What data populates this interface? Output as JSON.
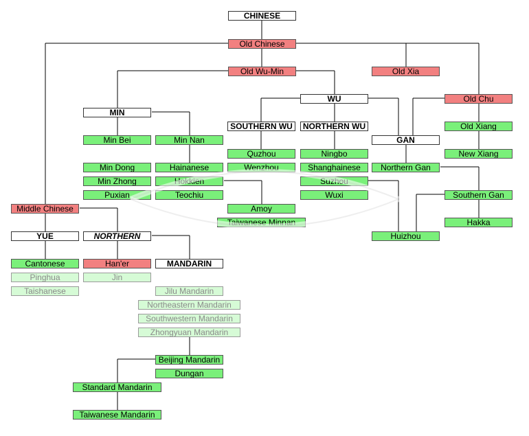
{
  "colors": {
    "modern": "#7af07a",
    "ancient": "#f28080",
    "group": "#ffffff",
    "faded": "#d6fbd6",
    "line": "#000000"
  },
  "nodes": [
    {
      "id": "chinese",
      "label": "CHINESE",
      "style": "white"
    },
    {
      "id": "old-chinese",
      "label": "Old Chinese",
      "style": "red"
    },
    {
      "id": "old-wu-min",
      "label": "Old Wu-Min",
      "style": "red"
    },
    {
      "id": "old-xia",
      "label": "Old Xia",
      "style": "red"
    },
    {
      "id": "wu",
      "label": "WU",
      "style": "white"
    },
    {
      "id": "old-chu",
      "label": "Old Chu",
      "style": "red"
    },
    {
      "id": "min",
      "label": "MIN",
      "style": "white"
    },
    {
      "id": "southern-wu",
      "label": "SOUTHERN WU",
      "style": "white"
    },
    {
      "id": "northern-wu",
      "label": "NORTHERN WU",
      "style": "white"
    },
    {
      "id": "gan",
      "label": "GAN",
      "style": "white"
    },
    {
      "id": "old-xiang",
      "label": "Old Xiang",
      "style": "green"
    },
    {
      "id": "min-bei",
      "label": "Min Bei",
      "style": "green"
    },
    {
      "id": "min-nan",
      "label": "Min Nan",
      "style": "green"
    },
    {
      "id": "quzhou",
      "label": "Quzhou",
      "style": "green"
    },
    {
      "id": "ningbo",
      "label": "Ningbo",
      "style": "green"
    },
    {
      "id": "new-xiang",
      "label": "New Xiang",
      "style": "green"
    },
    {
      "id": "min-dong",
      "label": "Min Dong",
      "style": "green"
    },
    {
      "id": "hainanese",
      "label": "Hainanese",
      "style": "green"
    },
    {
      "id": "wenzhou",
      "label": "Wenzhou",
      "style": "green"
    },
    {
      "id": "shanghainese",
      "label": "Shanghainese",
      "style": "green"
    },
    {
      "id": "northern-gan",
      "label": "Northern Gan",
      "style": "green"
    },
    {
      "id": "min-zhong",
      "label": "Min Zhong",
      "style": "green"
    },
    {
      "id": "hokkien",
      "label": "Hokkien",
      "style": "green"
    },
    {
      "id": "suzhou",
      "label": "Suzhou",
      "style": "green"
    },
    {
      "id": "puxian",
      "label": "Puxian",
      "style": "green"
    },
    {
      "id": "teochiu",
      "label": "Teochiu",
      "style": "green"
    },
    {
      "id": "wuxi",
      "label": "Wuxi",
      "style": "green"
    },
    {
      "id": "southern-gan",
      "label": "Southern Gan",
      "style": "green"
    },
    {
      "id": "middle-chinese",
      "label": "Middle Chinese",
      "style": "red"
    },
    {
      "id": "amoy",
      "label": "Amoy",
      "style": "green"
    },
    {
      "id": "taiwanese-minnan",
      "label": "Taiwanese Minnan",
      "style": "green"
    },
    {
      "id": "hakka",
      "label": "Hakka",
      "style": "green"
    },
    {
      "id": "yue",
      "label": "YUE",
      "style": "white"
    },
    {
      "id": "northern",
      "label": "NORTHERN",
      "style": "white italic"
    },
    {
      "id": "huizhou",
      "label": "Huizhou",
      "style": "green"
    },
    {
      "id": "cantonese",
      "label": "Cantonese",
      "style": "green"
    },
    {
      "id": "haner",
      "label": "Han'er",
      "style": "red"
    },
    {
      "id": "mandarin",
      "label": "MANDARIN",
      "style": "white"
    },
    {
      "id": "pinghua",
      "label": "Pinghua",
      "style": "faded"
    },
    {
      "id": "jin",
      "label": "Jin",
      "style": "faded"
    },
    {
      "id": "taishanese",
      "label": "Taishanese",
      "style": "faded"
    },
    {
      "id": "jilu-mandarin",
      "label": "Jilu Mandarin",
      "style": "faded"
    },
    {
      "id": "northeastern-mandarin",
      "label": "Northeastern Mandarin",
      "style": "faded"
    },
    {
      "id": "southwestern-mandarin",
      "label": "Southwestern Mandarin",
      "style": "faded"
    },
    {
      "id": "zhongyuan-mandarin",
      "label": "Zhongyuan Mandarin",
      "style": "faded"
    },
    {
      "id": "beijing-mandarin",
      "label": "Beijing Mandarin",
      "style": "green"
    },
    {
      "id": "dungan",
      "label": "Dungan",
      "style": "green"
    },
    {
      "id": "standard-mandarin",
      "label": "Standard Mandarin",
      "style": "green"
    },
    {
      "id": "taiwanese-mandarin",
      "label": "Taiwanese Mandarin",
      "style": "green"
    }
  ]
}
